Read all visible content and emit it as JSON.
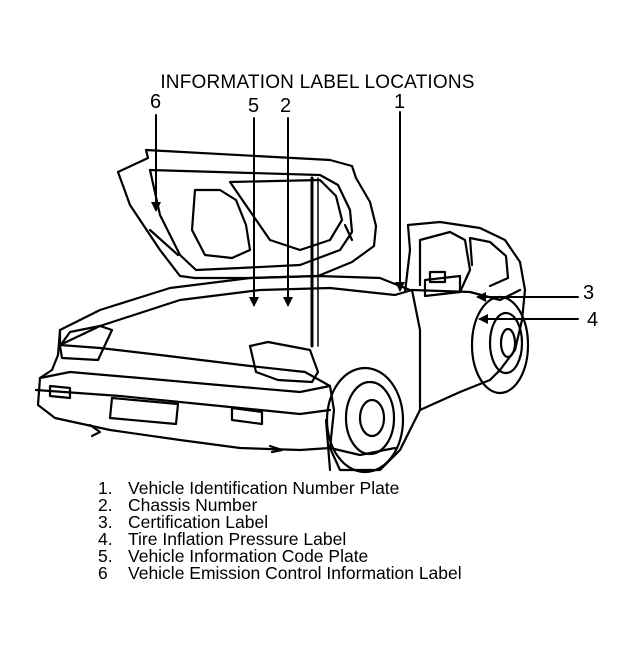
{
  "title": "INFORMATION LABEL LOCATIONS",
  "callouts": {
    "c1": "1",
    "c2": "2",
    "c3": "3",
    "c4": "4",
    "c5": "5",
    "c6": "6"
  },
  "legend": [
    {
      "num": "1.",
      "text": "Vehicle Identification Number Plate"
    },
    {
      "num": "2.",
      "text": "Chassis Number"
    },
    {
      "num": "3.",
      "text": "Certification Label"
    },
    {
      "num": "4.",
      "text": "Tire Inflation Pressure Label"
    },
    {
      "num": "5.",
      "text": "Vehicle Information Code Plate"
    },
    {
      "num": "6",
      "text": "Vehicle Emission Control Information Label"
    }
  ]
}
